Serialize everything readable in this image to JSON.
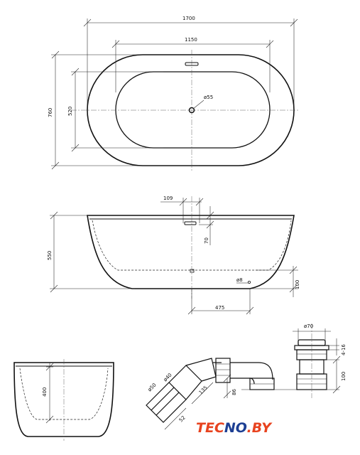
{
  "colors": {
    "line": "#111111",
    "logo_red": "#e8431f",
    "logo_blue": "#1d3f93"
  },
  "top_view": {
    "overall_length": "1700",
    "inner_length": "1150",
    "overall_width": "760",
    "inner_width": "520",
    "drain_diameter": "ø55"
  },
  "side_view": {
    "overflow_width": "109",
    "overflow_height": "70",
    "height": "550",
    "foot_diameter": "ø8",
    "foot_height": "100",
    "drain_offset": "475"
  },
  "end_view": {
    "inner_depth": "400"
  },
  "siphon": {
    "pipe_diameter_40": "ø40",
    "pipe_diameter_50": "ø50",
    "bend_length": "135",
    "height_86": "86",
    "offset_52": "52",
    "drain_diameter": "ø70",
    "adjust_range": "4-16",
    "drain_height": "100"
  },
  "logo": {
    "part1": "TEC",
    "part2": "NO",
    "part3": ".BY"
  }
}
